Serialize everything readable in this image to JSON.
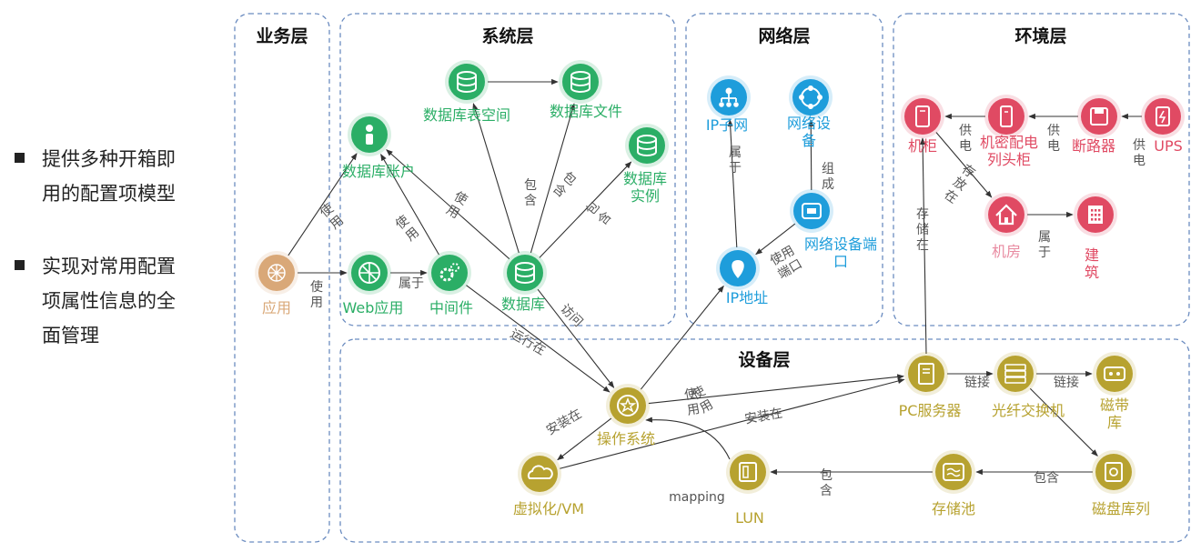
{
  "bullets": [
    {
      "lines": [
        "提供多种开箱即",
        "用的配置项模型"
      ]
    },
    {
      "lines": [
        "实现对常用配置",
        "项属性信息的全",
        "面管理"
      ]
    }
  ],
  "layers": {
    "business": "业务层",
    "system": "系统层",
    "network": "网络层",
    "environment": "环境层",
    "device": "设备层"
  },
  "colors": {
    "business": "#D9A878",
    "system": "#2BAE66",
    "network": "#1E9DDB",
    "environment": "#E04A63",
    "device": "#B7A230",
    "border": "#6B8CC0",
    "edge_label": "#555555"
  },
  "nodes": {
    "app": {
      "label": "应用",
      "icon": "app-icon"
    },
    "web_app": {
      "label": "Web应用",
      "icon": "web-icon"
    },
    "middleware": {
      "label": "中间件",
      "icon": "gear-icon"
    },
    "database": {
      "label": "数据库",
      "icon": "database-icon"
    },
    "db_account": {
      "label": "数据库账户",
      "icon": "user-icon"
    },
    "db_tablespace": {
      "label": "数据库表空间",
      "icon": "database-icon"
    },
    "db_file": {
      "label": "数据库文件",
      "icon": "database-icon"
    },
    "db_instance": {
      "label_lines": [
        "数据库",
        "实例"
      ],
      "icon": "database-icon"
    },
    "ip_subnet": {
      "label": "IP子网",
      "icon": "network-icon"
    },
    "net_device": {
      "label_lines": [
        "网络设",
        "备"
      ],
      "icon": "router-icon"
    },
    "net_port": {
      "label_lines": [
        "网络设备端",
        "口"
      ],
      "icon": "port-icon"
    },
    "ip_addr": {
      "label": "IP地址",
      "icon": "ip-icon"
    },
    "cabinet": {
      "label": "机柜",
      "icon": "cabinet-icon"
    },
    "pdu": {
      "label_lines": [
        "机密配电",
        "列头柜"
      ],
      "icon": "pdu-icon"
    },
    "breaker": {
      "label": "断路器",
      "icon": "floppy-icon"
    },
    "ups": {
      "label": "UPS",
      "icon": "ups-icon"
    },
    "room": {
      "label": "机房",
      "icon": "house-icon"
    },
    "building": {
      "label_lines": [
        "建",
        "筑"
      ],
      "icon": "building-icon"
    },
    "os": {
      "label": "操作系统",
      "icon": "star-icon"
    },
    "pc_server": {
      "label": "PC服务器",
      "icon": "server-icon"
    },
    "fc_switch": {
      "label": "光纤交换机",
      "icon": "switch-icon"
    },
    "tape_lib": {
      "label_lines": [
        "磁带",
        "库"
      ],
      "icon": "tape-icon"
    },
    "vm": {
      "label": "虚拟化/VM",
      "icon": "cloud-icon"
    },
    "lun": {
      "label": "LUN",
      "icon": "lun-icon"
    },
    "pool": {
      "label": "存储池",
      "icon": "pool-icon"
    },
    "disk_array": {
      "label": "磁盘库列",
      "icon": "disk-icon"
    }
  },
  "edge_labels": {
    "use": "使用",
    "use_v": [
      "使",
      "用"
    ],
    "belongs": "属于",
    "belongs_v": [
      "属",
      "于"
    ],
    "contains": "包含",
    "contains_v": [
      "包",
      "含"
    ],
    "compose_v": [
      "组",
      "成"
    ],
    "use_port_v": [
      "使用",
      "端口"
    ],
    "power_v": [
      "供",
      "电"
    ],
    "store_v": [
      "存",
      "储",
      "在"
    ],
    "store_place_v": [
      "存",
      "放",
      "在"
    ],
    "run_on": "运行在",
    "access": "访问",
    "install_on": "安装在",
    "link": "链接",
    "mapping": "mapping"
  }
}
